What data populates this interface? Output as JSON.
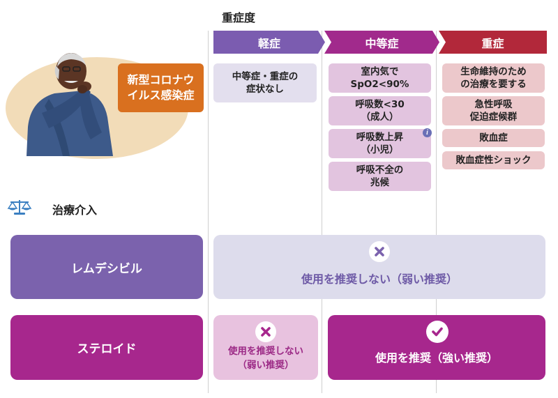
{
  "severity_title": "重症度",
  "severity_levels": [
    {
      "label": "軽症",
      "color": "#7b5cb0"
    },
    {
      "label": "中等症",
      "color": "#a12a8c"
    },
    {
      "label": "重症",
      "color": "#b2283a"
    }
  ],
  "criteria": {
    "mild": [
      "中等症・重症の\n症状なし"
    ],
    "moderate": [
      "室内気で\nSpO2<90%",
      "呼吸数<30\n（成人）",
      "呼吸数上昇\n（小児）",
      "呼吸不全の\n兆候"
    ],
    "severe": [
      "生命維持のため\nの治療を要する",
      "急性呼吸\n促迫症候群",
      "敗血症",
      "敗血症性ショック"
    ]
  },
  "patient": {
    "condition_label": "新型コロナウ\nイルス感染症"
  },
  "treatment_title": "治療介入",
  "drugs": {
    "remdesivir": {
      "name": "レムデシビル",
      "recommendation_all": "使用を推奨しない（弱い推奨）"
    },
    "steroid": {
      "name": "ステロイド",
      "recommendation_mild": "使用を推奨しない\n（弱い推奨）",
      "recommendation_moderate_severe": "使用を推奨（強い推奨）"
    }
  },
  "icons": {
    "info": "info-icon",
    "scale": "balance-scale-icon",
    "cross": "cross-icon",
    "check": "check-icon"
  },
  "colors": {
    "mild": "#7b5cb0",
    "moderate": "#a12a8c",
    "severe": "#b2283a",
    "covid": "#d9701f"
  }
}
